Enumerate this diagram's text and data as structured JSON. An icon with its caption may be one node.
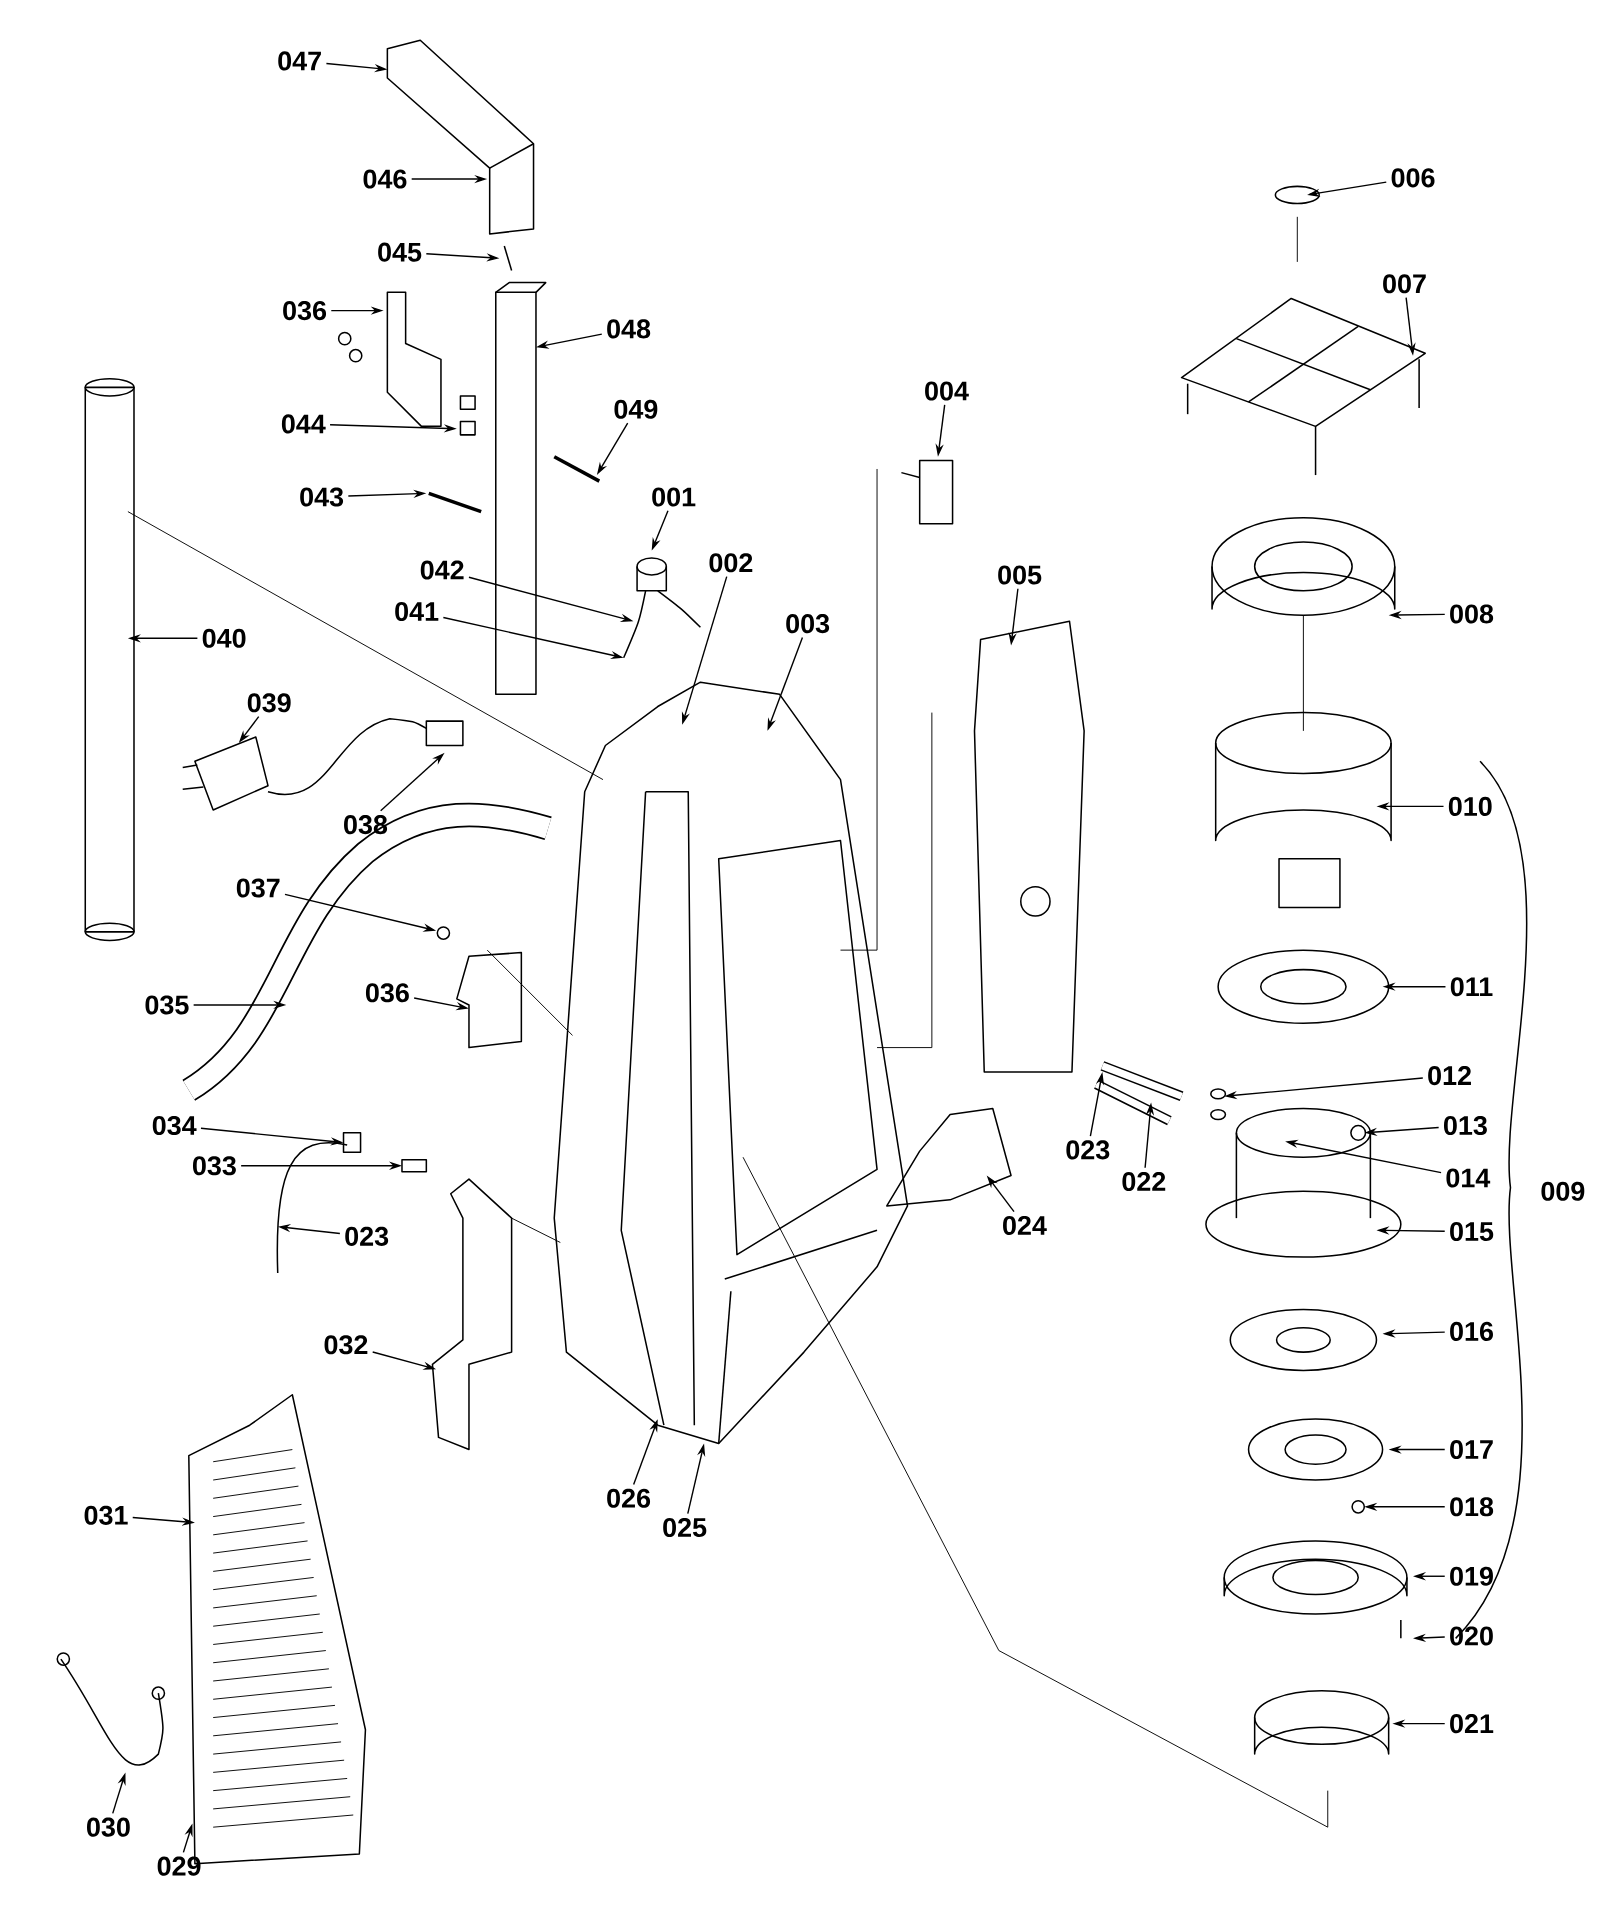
{
  "diagram": {
    "nodes": [
      {
        "text": [
          "047"
        ]
      },
      {
        "text": [
          "046"
        ]
      },
      {
        "text": [
          "006"
        ]
      },
      {
        "text": [
          "045"
        ]
      },
      {
        "text": [
          "007"
        ]
      },
      {
        "text": [
          "036"
        ]
      },
      {
        "text": [
          "048"
        ]
      },
      {
        "text": [
          "004"
        ]
      },
      {
        "text": [
          "049"
        ]
      },
      {
        "text": [
          "044"
        ]
      },
      {
        "text": [
          "043"
        ]
      },
      {
        "text": [
          "001"
        ]
      },
      {
        "text": [
          "002"
        ]
      },
      {
        "text": [
          "042"
        ]
      },
      {
        "text": [
          "041"
        ]
      },
      {
        "text": [
          "005"
        ]
      },
      {
        "text": [
          "008"
        ]
      },
      {
        "text": [
          "003"
        ]
      },
      {
        "text": [
          "040"
        ]
      },
      {
        "text": [
          "039"
        ]
      },
      {
        "text": [
          "010"
        ]
      },
      {
        "text": [
          "038"
        ]
      },
      {
        "text": [
          "037"
        ]
      },
      {
        "text": [
          "036"
        ]
      },
      {
        "text": [
          "011"
        ]
      },
      {
        "text": [
          "035"
        ]
      },
      {
        "text": [
          "012"
        ]
      },
      {
        "text": [
          "013"
        ]
      },
      {
        "text": [
          "034"
        ]
      },
      {
        "text": [
          "023"
        ]
      },
      {
        "text": [
          "033"
        ]
      },
      {
        "text": [
          "014"
        ]
      },
      {
        "text": [
          "022"
        ]
      },
      {
        "text": [
          "024"
        ]
      },
      {
        "text": [
          "015"
        ]
      },
      {
        "text": [
          "023"
        ]
      },
      {
        "text": [
          "016"
        ]
      },
      {
        "text": [
          "032"
        ]
      },
      {
        "text": [
          "017"
        ]
      },
      {
        "text": [
          "026"
        ]
      },
      {
        "text": [
          "018"
        ]
      },
      {
        "text": [
          "025"
        ]
      },
      {
        "text": [
          "031"
        ]
      },
      {
        "text": [
          "019"
        ]
      },
      {
        "text": [
          "020"
        ]
      },
      {
        "text": [
          "021"
        ]
      },
      {
        "text": [
          "030"
        ]
      },
      {
        "text": [
          "029"
        ]
      }
    ],
    "edges": [
      {
        "from": 0,
        "to": null,
        "arrow": "to"
      },
      {
        "from": 1,
        "to": null,
        "arrow": "to"
      },
      {
        "from": 2,
        "to": null,
        "arrow": "to"
      },
      {
        "from": 3,
        "to": null,
        "arrow": "to"
      },
      {
        "from": 4,
        "to": null,
        "arrow": "to"
      },
      {
        "from": 5,
        "to": null,
        "arrow": "to"
      },
      {
        "from": 6,
        "to": null,
        "arrow": "to"
      },
      {
        "from": 7,
        "to": null,
        "arrow": "to"
      },
      {
        "from": 8,
        "to": null,
        "arrow": "to"
      },
      {
        "from": 9,
        "to": null,
        "arrow": "to"
      },
      {
        "from": 10,
        "to": null,
        "arrow": "to"
      },
      {
        "from": 11,
        "to": null,
        "arrow": "to"
      },
      {
        "from": 12,
        "to": null,
        "arrow": "to"
      },
      {
        "from": 13,
        "to": null,
        "arrow": "to"
      },
      {
        "from": 14,
        "to": null,
        "arrow": "to"
      },
      {
        "from": 15,
        "to": null,
        "arrow": "to"
      },
      {
        "from": 16,
        "to": null,
        "arrow": "to"
      },
      {
        "from": 17,
        "to": null,
        "arrow": "to"
      },
      {
        "from": 18,
        "to": null,
        "arrow": "to"
      },
      {
        "from": 19,
        "to": null,
        "arrow": "to"
      },
      {
        "from": 20,
        "to": null,
        "arrow": "to"
      },
      {
        "from": 21,
        "to": null,
        "arrow": "to"
      },
      {
        "from": 22,
        "to": null,
        "arrow": "to"
      },
      {
        "from": 23,
        "to": null,
        "arrow": "to"
      },
      {
        "from": 24,
        "to": null,
        "arrow": "to"
      },
      {
        "from": 25,
        "to": null,
        "arrow": "to"
      },
      {
        "from": 26,
        "to": null,
        "arrow": "to"
      },
      {
        "from": 27,
        "to": null,
        "arrow": "to"
      },
      {
        "from": 28,
        "to": null,
        "arrow": "to"
      },
      {
        "from": 29,
        "to": null,
        "arrow": "to"
      },
      {
        "from": 30,
        "to": null,
        "arrow": "to"
      },
      {
        "from": 31,
        "to": null,
        "arrow": "to"
      },
      {
        "from": 32,
        "to": null,
        "arrow": "to"
      },
      {
        "from": 33,
        "to": null,
        "arrow": "to"
      },
      {
        "from": 34,
        "to": null,
        "arrow": "to"
      },
      {
        "from": 35,
        "to": null,
        "arrow": "to"
      },
      {
        "from": 36,
        "to": null,
        "arrow": "to"
      },
      {
        "from": 37,
        "to": null,
        "arrow": "to"
      },
      {
        "from": 38,
        "to": null,
        "arrow": "to"
      },
      {
        "from": 39,
        "to": null,
        "arrow": "to"
      },
      {
        "from": 40,
        "to": null,
        "arrow": "to"
      },
      {
        "from": 41,
        "to": null,
        "arrow": "to"
      },
      {
        "from": 42,
        "to": null,
        "arrow": "to"
      },
      {
        "from": 43,
        "to": null,
        "arrow": "to"
      },
      {
        "from": 44,
        "to": null,
        "arrow": "to"
      },
      {
        "from": 45,
        "to": null,
        "arrow": "to"
      },
      {
        "from": 46,
        "to": null,
        "arrow": "to"
      },
      {
        "from": 47,
        "to": null,
        "arrow": "to"
      }
    ],
    "labels": [
      "009"
    ]
  }
}
